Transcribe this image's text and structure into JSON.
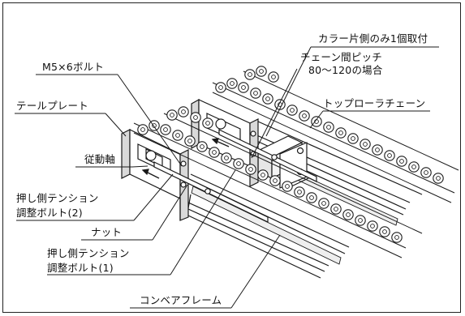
{
  "labels": {
    "collar_one_side": "カラー片側のみ1個取付",
    "chain_pitch_line1": "チェーン間ピッチ",
    "chain_pitch_line2": "80～120の場合",
    "m5_bolt": "M5×6ボルト",
    "tail_plate": "テールプレート",
    "top_roller_chain": "トップローラチェーン",
    "driven_shaft": "従動軸",
    "push_tension_bolt2_line1": "押し側テンション",
    "push_tension_bolt2_line2": "調整ボルト(2)",
    "nut": "ナット",
    "push_tension_bolt1_line1": "押し側テンション",
    "push_tension_bolt1_line2": "調整ボルト(1)",
    "conveyor_frame": "コンベアフレーム"
  },
  "colors": {
    "line": "#1a1a1a",
    "background": "#ffffff",
    "shade": "#d9d9d9"
  }
}
